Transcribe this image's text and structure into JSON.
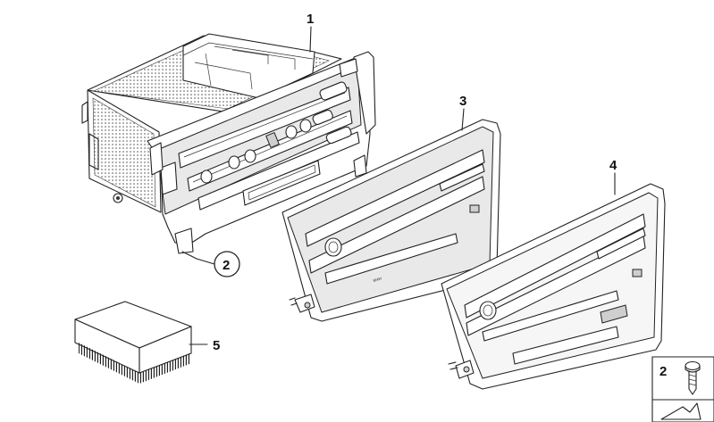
{
  "callouts": [
    {
      "id": "1",
      "text": "1"
    },
    {
      "id": "2",
      "text": "2"
    },
    {
      "id": "3",
      "text": "3"
    },
    {
      "id": "4",
      "text": "4"
    },
    {
      "id": "5",
      "text": "5"
    }
  ],
  "legend": {
    "number": "2"
  }
}
